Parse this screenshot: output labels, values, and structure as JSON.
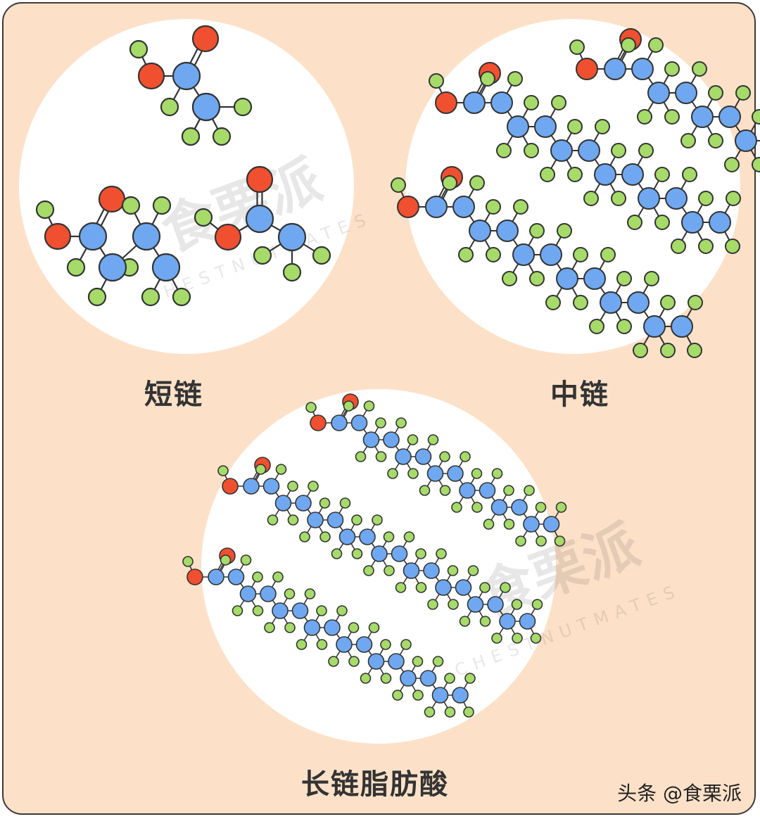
{
  "labels": {
    "short": "短链",
    "medium": "中链",
    "long": "长链脂肪酸"
  },
  "watermark": {
    "text": "食栗派",
    "latin": "CHESTNUTMATES"
  },
  "credit": "头条 @食栗派",
  "colors": {
    "background": "#FCE1C8",
    "circle": "#FFFFFF",
    "carbon": "#6FA8F0",
    "oxygen": "#F0502F",
    "hydrogen": "#A6DB6A",
    "outline": "#333333"
  },
  "molecules": {
    "short_chain_count": 3,
    "medium_chain_count": 3,
    "long_chain_count": 3
  }
}
